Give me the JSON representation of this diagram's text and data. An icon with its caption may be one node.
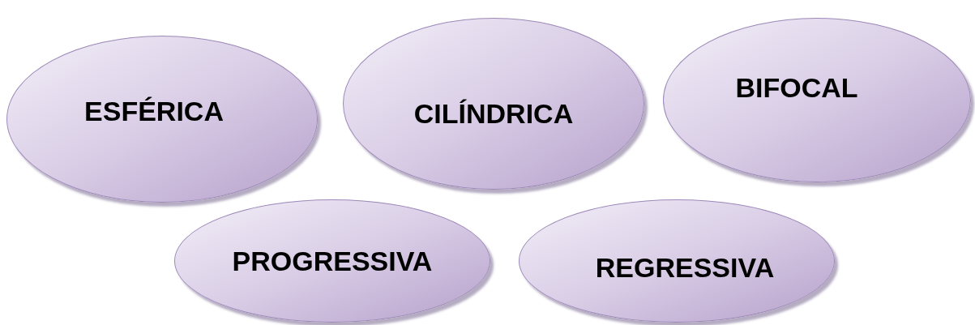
{
  "diagram": {
    "nodes": [
      {
        "text": [
          "ESFÉRICA"
        ]
      },
      {
        "text": [
          "CILÍNDRICA"
        ]
      },
      {
        "text": [
          "BIFOCAL"
        ]
      },
      {
        "text": [
          "PROGRESSIVA"
        ]
      },
      {
        "text": [
          "REGRESSIVA"
        ]
      }
    ]
  }
}
